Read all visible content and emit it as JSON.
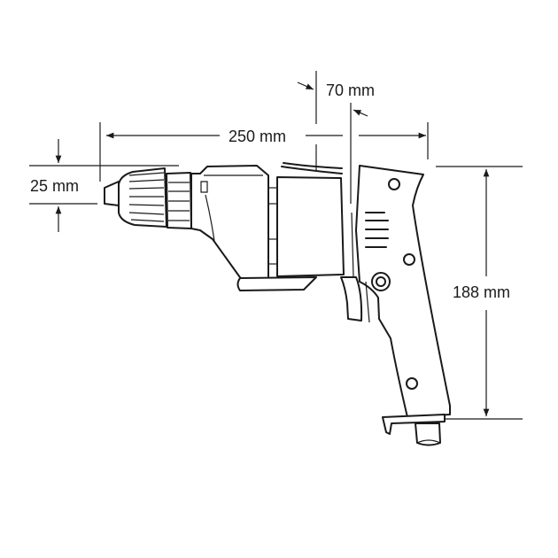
{
  "diagram": {
    "subject": "Electric drill side view with dimensions",
    "dimensions": {
      "overall_length": "250 mm",
      "body_offset": "70 mm",
      "chuck_height": "25 mm",
      "overall_height": "188 mm"
    },
    "colors": {
      "line": "#1a1a1a",
      "background": "#ffffff"
    }
  }
}
